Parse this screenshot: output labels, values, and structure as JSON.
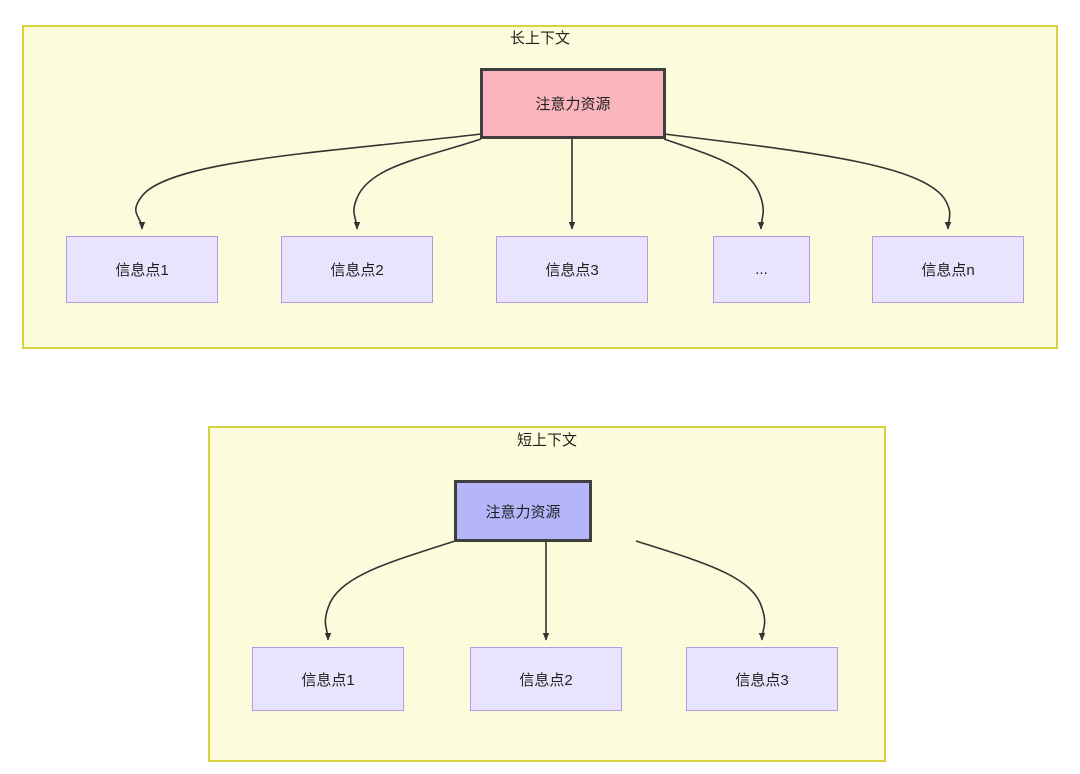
{
  "diagram": {
    "title_hidden": "",
    "colors": {
      "group_fill": "#fcfcdc",
      "group_border": "#d6d13f",
      "root_long_fill": "#f9b4bc",
      "root_short_fill": "#b5b5fa",
      "root_border": "#3f3f3f",
      "leaf_fill": "#e8e4fd",
      "leaf_border": "#b39ae3",
      "edge_color": "#333333",
      "text_color": "#1f1f1f"
    },
    "groups": [
      {
        "id": "long-context",
        "title": "长上下文",
        "root": {
          "label": "注意力资源"
        },
        "leaves": [
          {
            "label": "信息点1"
          },
          {
            "label": "信息点2"
          },
          {
            "label": "信息点3"
          },
          {
            "label": "..."
          },
          {
            "label": "信息点n"
          }
        ]
      },
      {
        "id": "short-context",
        "title": "短上下文",
        "root": {
          "label": "注意力资源"
        },
        "leaves": [
          {
            "label": "信息点1"
          },
          {
            "label": "信息点2"
          },
          {
            "label": "信息点3"
          }
        ]
      }
    ]
  }
}
